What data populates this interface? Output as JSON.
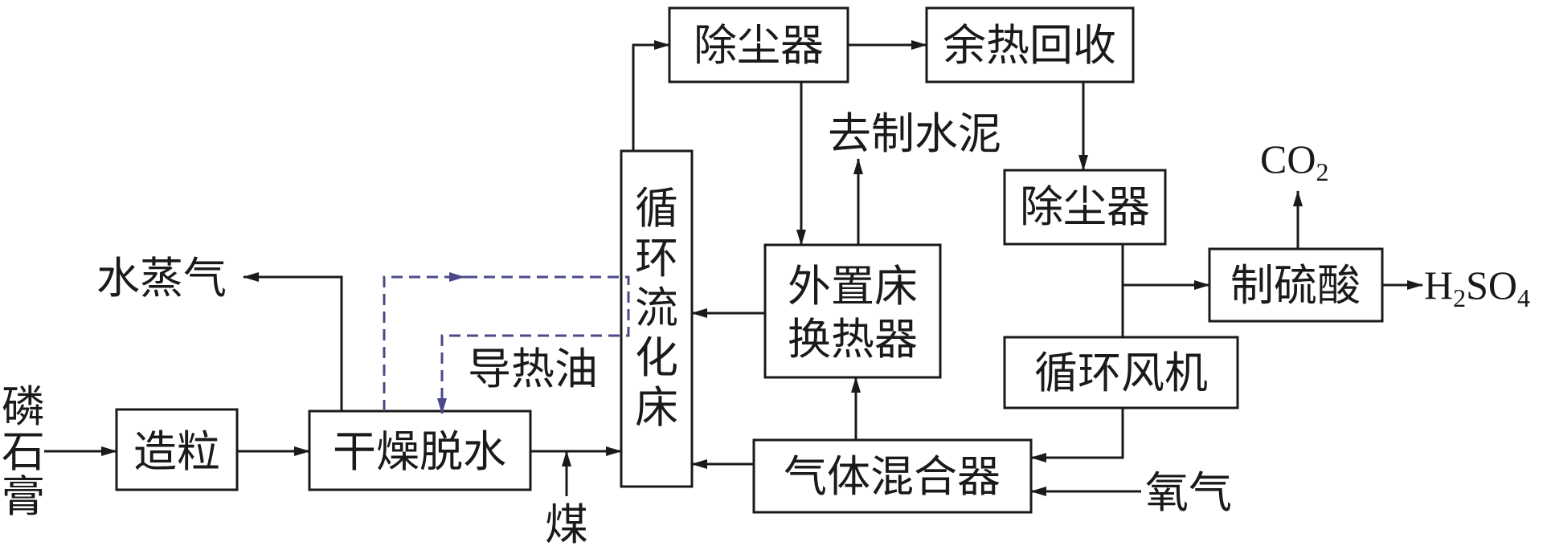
{
  "nodes": {
    "raw_material": "磷石膏",
    "granulation": "造粒",
    "drying": "干燥脱水",
    "steam": "水蒸气",
    "heat_oil": "导热油",
    "coal": "煤",
    "cfb": "循环流化床",
    "dust_collector_1": "除尘器",
    "waste_heat": "余热回收",
    "to_cement": "去制水泥",
    "external_exchanger_line1": "外置床",
    "external_exchanger_line2": "换热器",
    "dust_collector_2": "除尘器",
    "sulfuric_acid": "制硫酸",
    "fan": "循环风机",
    "gas_mixer": "气体混合器",
    "oxygen": "氧气"
  },
  "products": {
    "co2": {
      "main": "CO",
      "sub": "2"
    },
    "h2so4": {
      "h": "H",
      "sub1": "2",
      "so": "SO",
      "sub2": "4"
    }
  },
  "colors": {
    "line": "#1a1a1a",
    "heat_oil_loop": "#4a4a8a"
  }
}
